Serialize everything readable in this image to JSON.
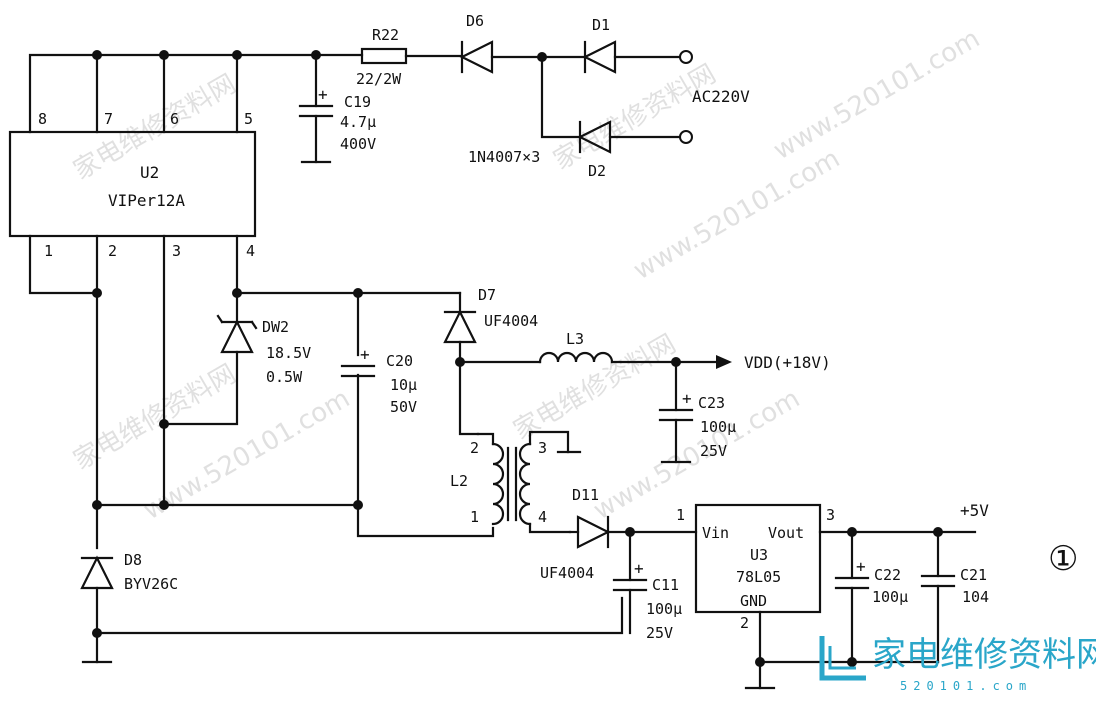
{
  "watermark": {
    "url": "www.520101.com",
    "cn": "家电维修资料网"
  },
  "ic_u2": {
    "ref": "U2",
    "part": "VIPer12A",
    "pins_top": [
      "8",
      "7",
      "6",
      "5"
    ],
    "pins_bottom": [
      "1",
      "2",
      "3",
      "4"
    ]
  },
  "input": {
    "r22_ref": "R22",
    "r22_val": "22/2W",
    "d6": "D6",
    "d1": "D1",
    "d2": "D2",
    "ac": "AC220V",
    "diodes_note": "1N4007×3",
    "c19_ref": "C19",
    "c19_val1": "4.7μ",
    "c19_val2": "400V"
  },
  "mid": {
    "dw2_ref": "DW2",
    "dw2_val1": "18.5V",
    "dw2_val2": "0.5W",
    "c20_ref": "C20",
    "c20_val1": "10μ",
    "c20_val2": "50V",
    "d7_ref": "D7",
    "d7_part": "UF4004",
    "l3_ref": "L3",
    "vdd": "VDD(+18V)",
    "c23_ref": "C23",
    "c23_val1": "100μ",
    "c23_val2": "25V",
    "l2_ref": "L2",
    "pin2": "2",
    "pin3": "3",
    "pin1": "1",
    "pin4": "4",
    "d8_ref": "D8",
    "d8_part": "BYV26C"
  },
  "output": {
    "d11_ref": "D11",
    "d11_part": "UF4004",
    "c11_ref": "C11",
    "c11_val1": "100μ",
    "c11_val2": "25V",
    "u3_ref": "U3",
    "u3_part": "78L05",
    "vin": "Vin",
    "vout": "Vout",
    "gnd": "GND",
    "u3_pin1": "1",
    "u3_pin2": "2",
    "u3_pin3": "3",
    "c22_ref": "C22",
    "c22_val": "100μ",
    "c21_ref": "C21",
    "c21_val": "104",
    "plus5": "+5V"
  },
  "figure_number": "①",
  "logo": {
    "cn": "家电维修资料网",
    "sub": "520101.com"
  }
}
